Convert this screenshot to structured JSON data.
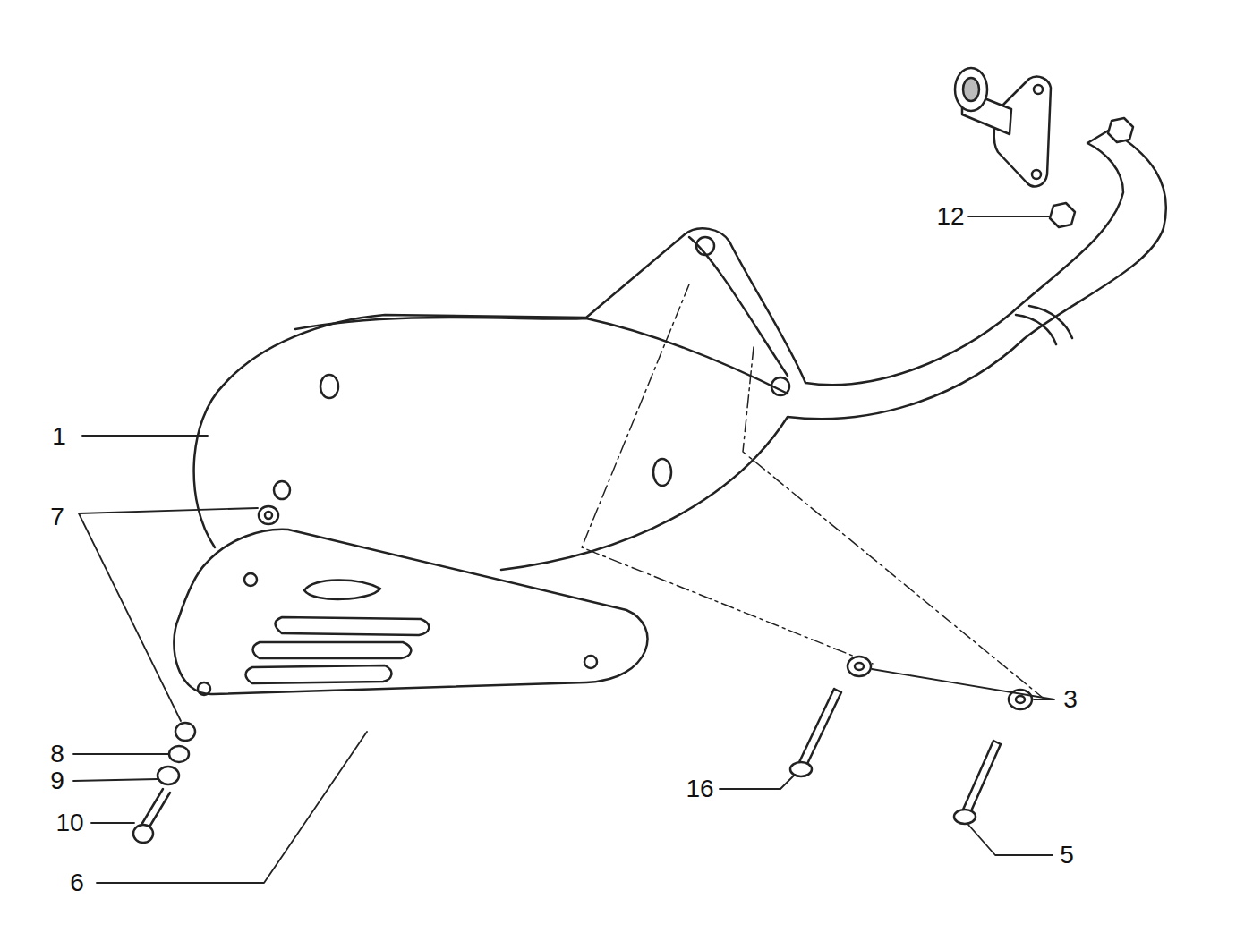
{
  "diagram": {
    "labels": [
      "12",
      "1",
      "7",
      "3",
      "8",
      "9",
      "10",
      "16",
      "5",
      "6"
    ]
  }
}
